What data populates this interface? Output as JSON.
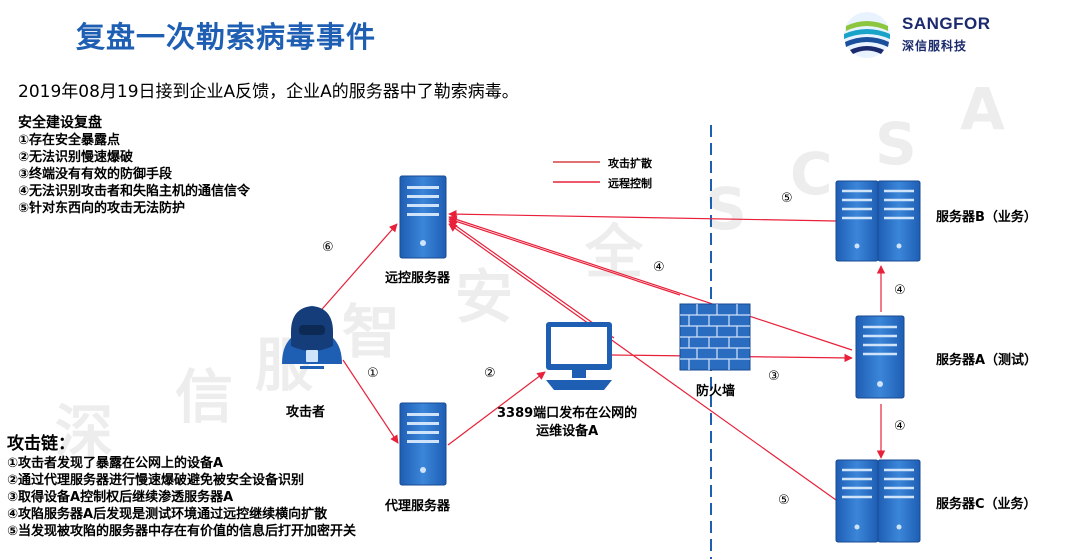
{
  "header": {
    "title": "复盘一次勒索病毒事件",
    "subtitle": "2019年08月19日接到企业A反馈，企业A的服务器中了勒索病毒。"
  },
  "logo": {
    "name": "SANGFOR",
    "sub": "深信服科技"
  },
  "watermark": [
    "深",
    "信",
    "服",
    "智",
    "安",
    "全",
    "S",
    "C",
    "S",
    "A"
  ],
  "review": {
    "heading": "安全建设复盘",
    "items": [
      "①存在安全暴露点",
      "②无法识别慢速爆破",
      "③终端没有有效的防御手段",
      "④无法识别攻击者和失陷主机的通信信令",
      "⑤针对东西向的攻击无法防护"
    ]
  },
  "attack_chain": {
    "heading": "攻击链：",
    "items": [
      "①攻击者发现了暴露在公网上的设备A",
      "②通过代理服务器进行慢速爆破避免被安全设备识别",
      "③取得设备A控制权后继续渗透服务器A",
      "④攻陷服务器A后发现是测试环境通过远控继续横向扩散",
      "⑤当发现被攻陷的服务器中存在有价值的信息后打开加密开关"
    ]
  },
  "legend": {
    "spread": "攻击扩散",
    "remote": "远程控制"
  },
  "nodes": {
    "remote_server": "远控服务器",
    "attacker": "攻击者",
    "proxy_server": "代理服务器",
    "ops_device_line1": "3389端口发布在公网的",
    "ops_device_line2": "运维设备A",
    "firewall": "防火墙",
    "server_b": "服务器B（业务）",
    "server_a": "服务器A（测试）",
    "server_c": "服务器C（业务）"
  },
  "steps": {
    "s1": "①",
    "s2": "②",
    "s3": "③",
    "s4a": "④",
    "s4b": "④",
    "s4c": "④",
    "s5a": "⑤",
    "s5b": "⑤",
    "s6": "⑥"
  },
  "colors": {
    "title": "#1f5fb3",
    "server": "#2f73c9",
    "arrow_spread": "#d94040",
    "arrow_remote": "#e8203a",
    "divider": "#1f5fb3"
  }
}
